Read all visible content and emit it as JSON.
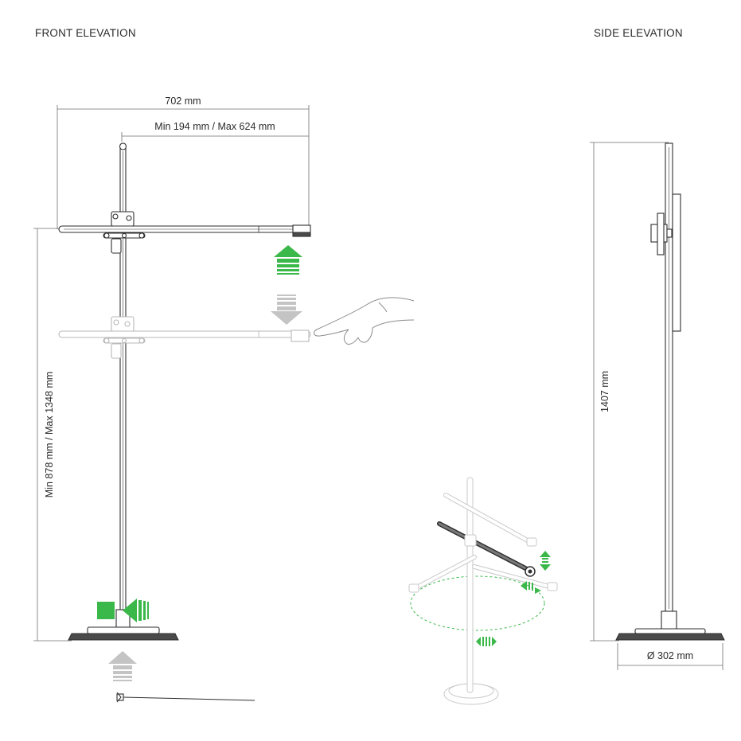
{
  "titles": {
    "front": "FRONT ELEVATION",
    "side": "SIDE ELEVATION"
  },
  "dimensions": {
    "overall_width": "702 mm",
    "arm_reach": "Min 194 mm / Max 624 mm",
    "height_range": "Min 878 mm / Max 1348 mm",
    "side_height": "1407 mm",
    "base_diameter": "Ø 302 mm"
  },
  "colors": {
    "accent_green": "#3bb84a",
    "line": "#2e2e2e",
    "ghost": "#b8b8b8",
    "arrow_gray": "#c4c4c4"
  },
  "icons": [
    "arrow-up-green-icon",
    "arrow-down-gray-icon",
    "hand-pointer-icon",
    "arrow-left-green-icon",
    "arrow-up-gray-icon",
    "rotate-arrows-icon"
  ]
}
